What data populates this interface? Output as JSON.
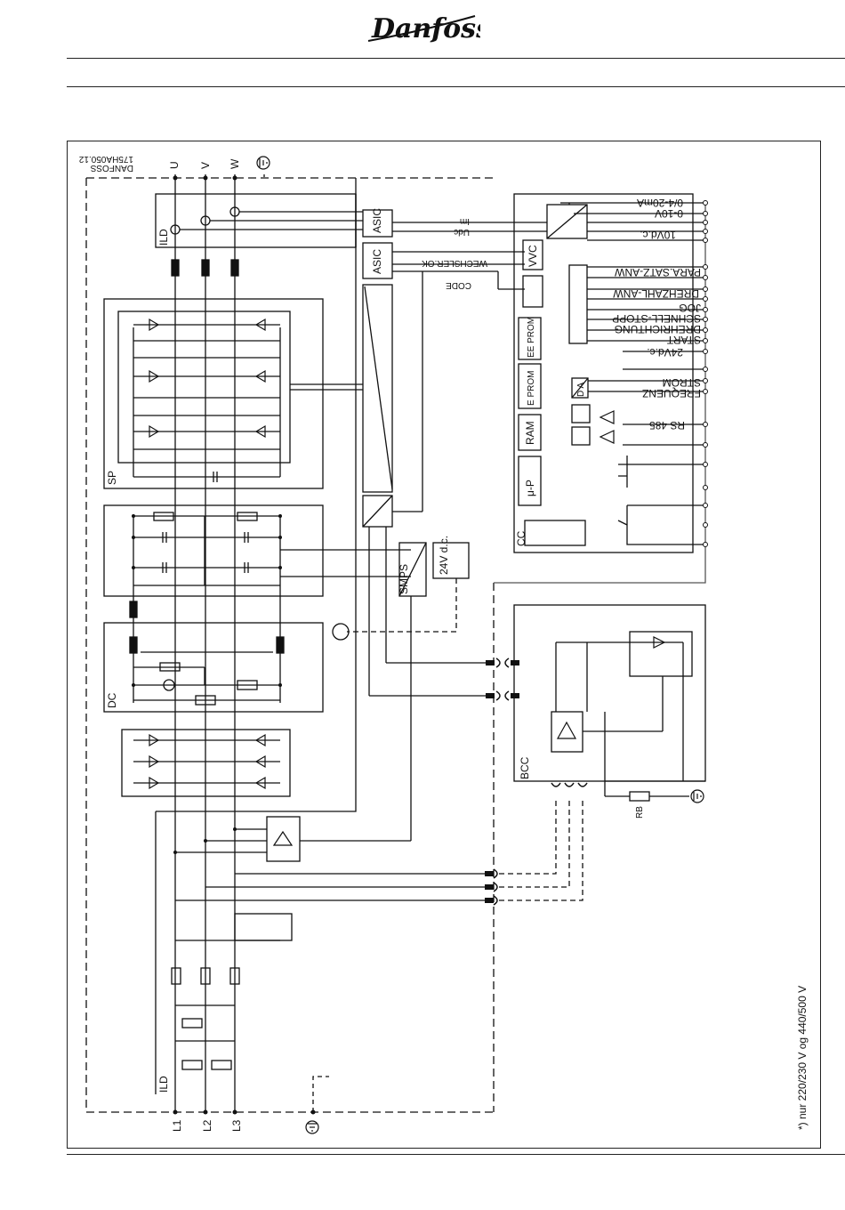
{
  "header": {
    "brand": "Danfoss"
  },
  "drawing": {
    "code_lines": [
      "DANFOSS",
      "175HA050.12"
    ],
    "motor_terminals": [
      "U",
      "V",
      "W"
    ],
    "mains_terminals": [
      "L1",
      "L2",
      "L3"
    ],
    "blocks": {
      "ild_top": "ILD",
      "ild_bottom": "ILD",
      "sp": "SP",
      "dc": "DC",
      "cc": "CC",
      "bcc": "BCC",
      "smps": "SMPS",
      "supply": "24V d.c.",
      "asic1": "ASIC",
      "asic2": "ASIC",
      "vvc": "VVC",
      "eeprom": "EE PROM",
      "eprom": "E PROM",
      "ram": "RAM",
      "mu_p": "μ-P",
      "da": "D A",
      "rb": "RB"
    },
    "signals": {
      "udc": "Udc",
      "im": "Im",
      "wechsler": "WECHSLER.OK",
      "code": "CODE"
    },
    "control_terminals": [
      "0/4-20mA",
      "0-10V",
      "10Vd.c.",
      "PARA.SATZ-ANW",
      "DREHZAHL-ANW",
      "JOG",
      "SCHNELL-STOPP",
      "DREHRICHTUNG",
      "START",
      "24Vd.c.",
      "STROM",
      "FREQUENZ",
      "RS 485"
    ],
    "footnote": "*) nur  220/230 V og 440/500 V"
  }
}
